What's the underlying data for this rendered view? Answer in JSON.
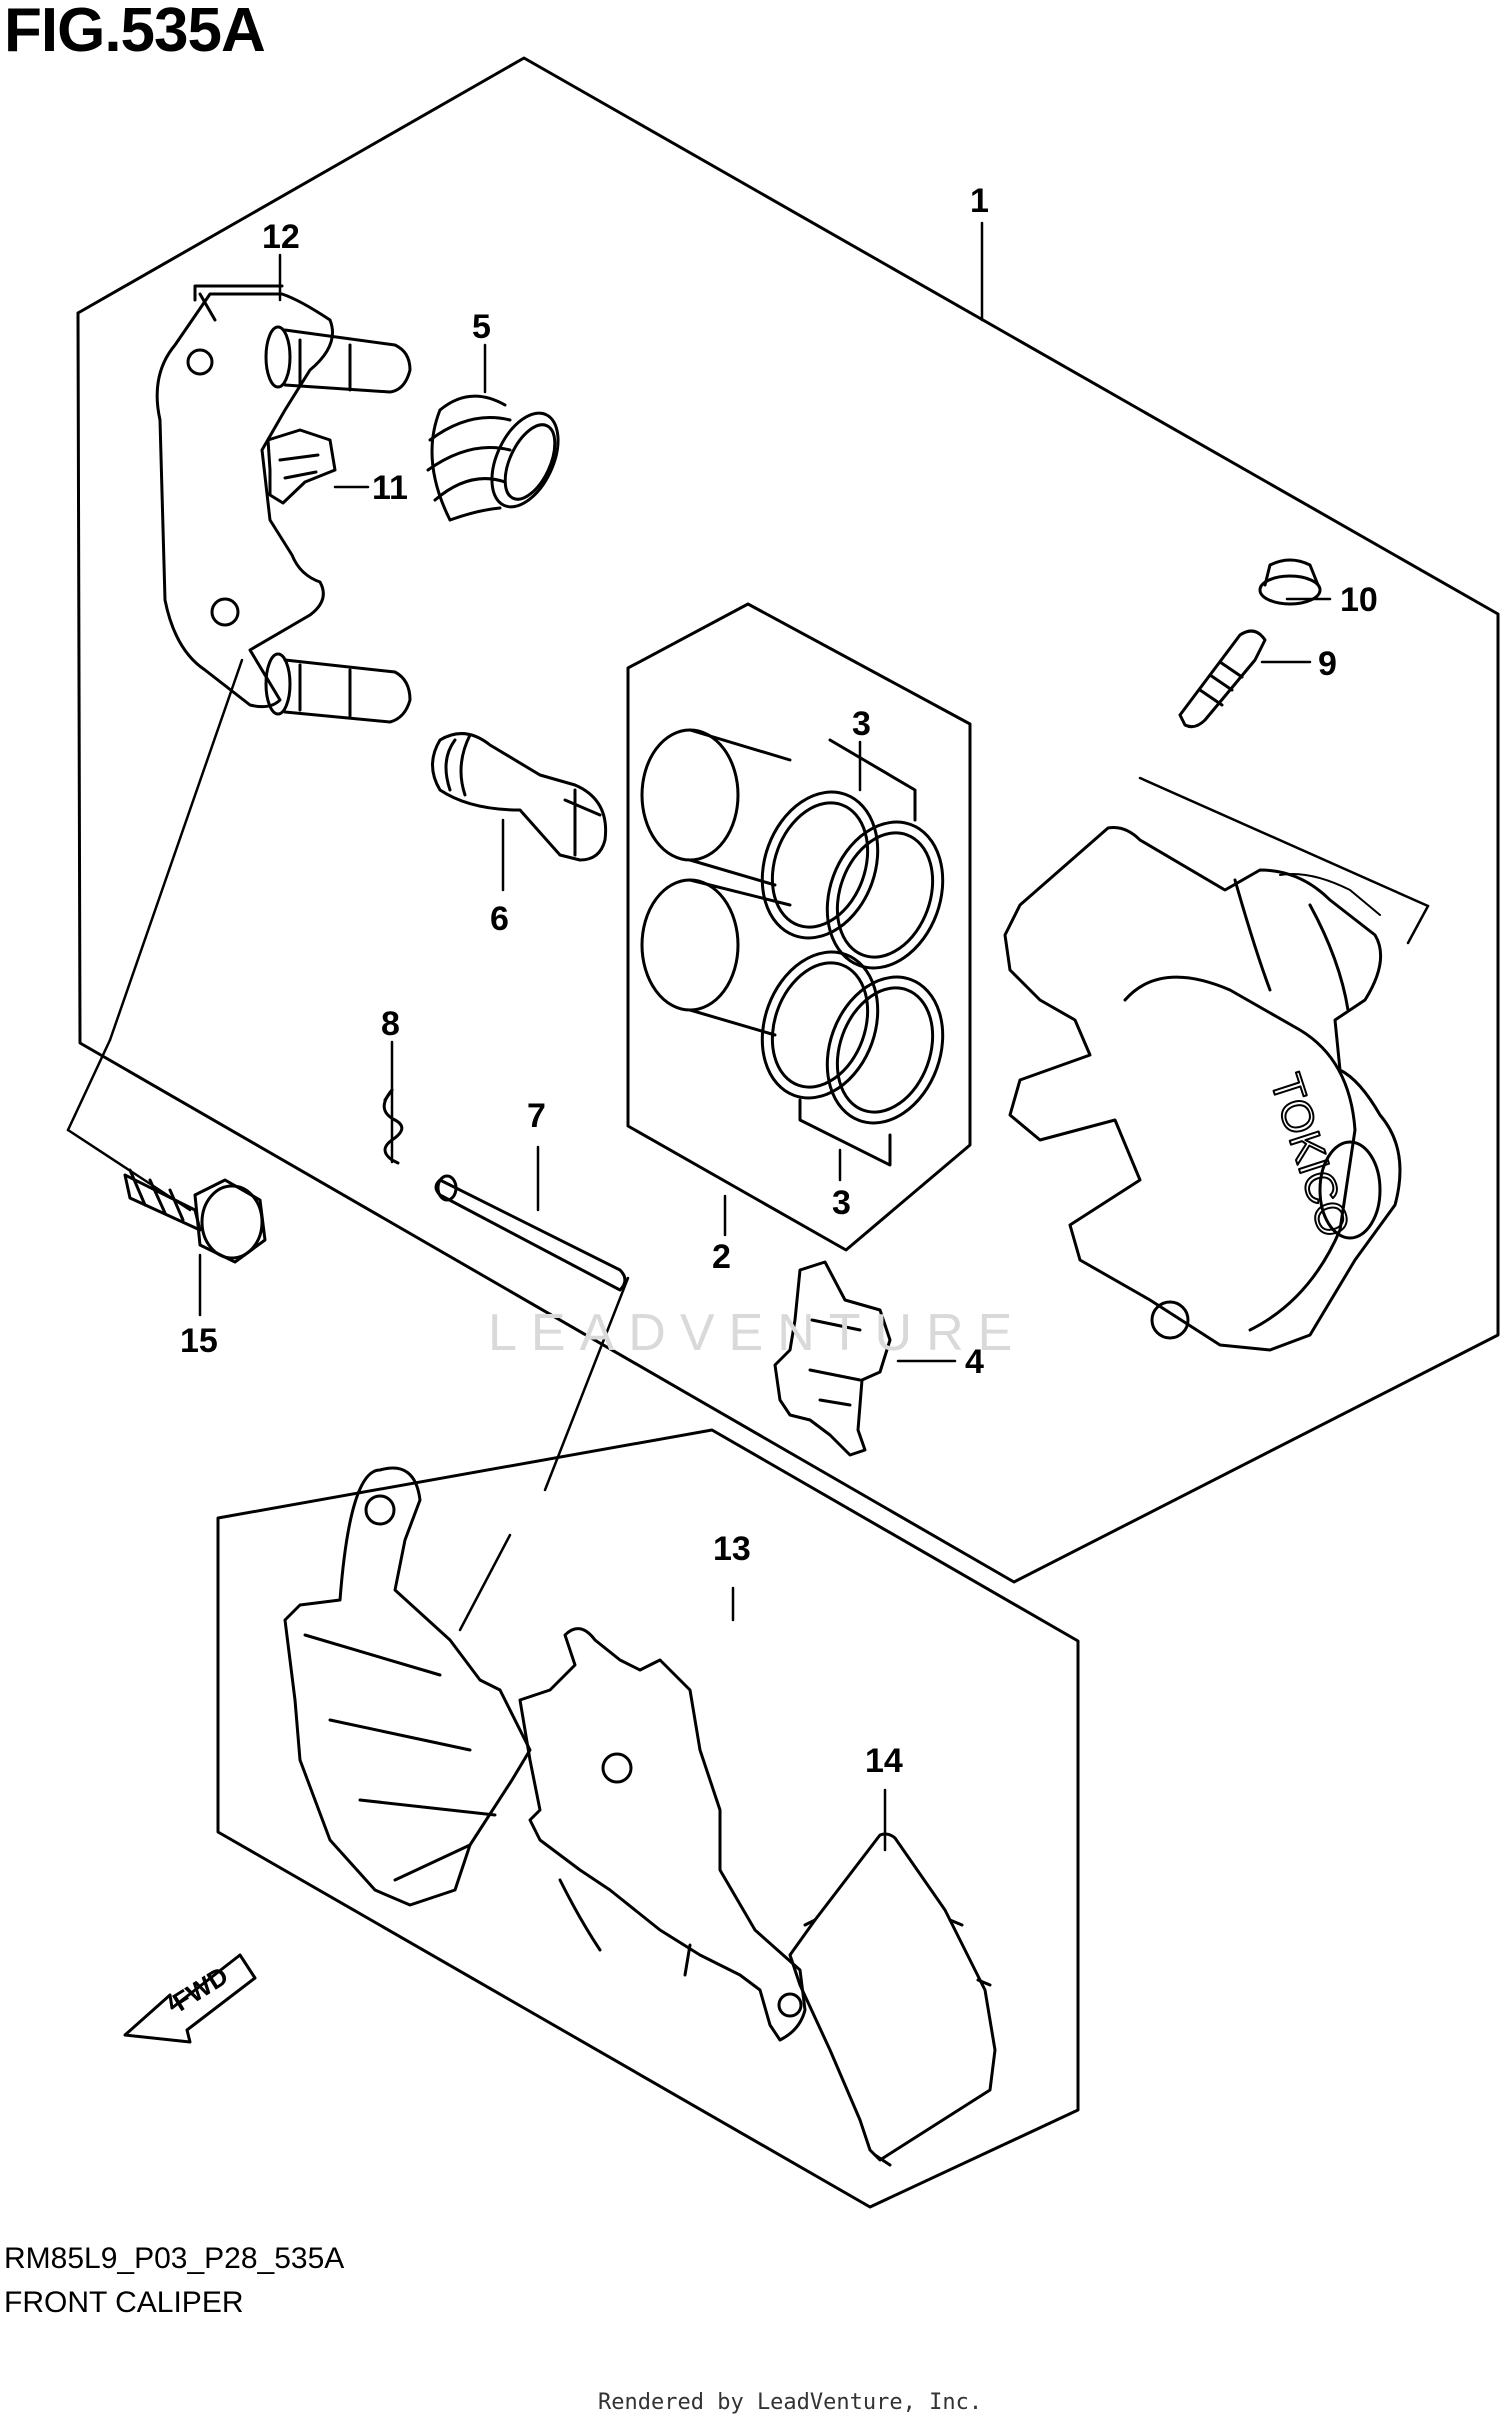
{
  "figure": {
    "title": "FIG.535A",
    "code": "RM85L9_P03_P28_535A",
    "name": "FRONT CALIPER",
    "credit": "Rendered by LeadVenture, Inc.",
    "watermark": "LEADVENTURE",
    "caliper_brand": "TOKICO",
    "direction": "FWD"
  },
  "callouts": [
    {
      "id": "1",
      "label": "1"
    },
    {
      "id": "2",
      "label": "2"
    },
    {
      "id": "3a",
      "label": "3"
    },
    {
      "id": "3b",
      "label": "3"
    },
    {
      "id": "4",
      "label": "4"
    },
    {
      "id": "5",
      "label": "5"
    },
    {
      "id": "6",
      "label": "6"
    },
    {
      "id": "7",
      "label": "7"
    },
    {
      "id": "8",
      "label": "8"
    },
    {
      "id": "9",
      "label": "9"
    },
    {
      "id": "10",
      "label": "10"
    },
    {
      "id": "11",
      "label": "11"
    },
    {
      "id": "12",
      "label": "12"
    },
    {
      "id": "13",
      "label": "13"
    },
    {
      "id": "14",
      "label": "14"
    },
    {
      "id": "15",
      "label": "15"
    }
  ]
}
